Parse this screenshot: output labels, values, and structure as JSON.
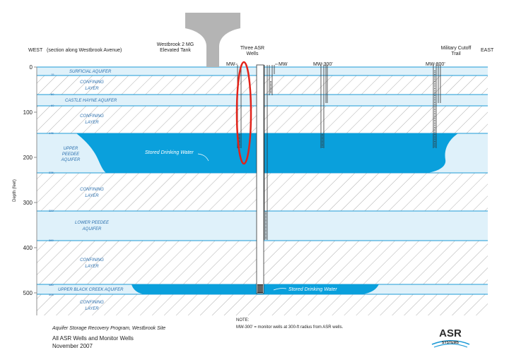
{
  "header": {
    "west": "WEST",
    "section": "(section along Westbrook Avenue)",
    "east": "EAST",
    "tank": [
      "Westbrook 2 MG",
      "Elevated Tank"
    ],
    "asr_wells": [
      "Three ASR",
      "Wells"
    ],
    "military": [
      "Military Cutoff",
      "Trail"
    ]
  },
  "wells": {
    "mw_left": "MW",
    "mw_right": "MW",
    "mw300": "MW-300'",
    "mw800": "MW-800'"
  },
  "axis": {
    "label": "Depth (feet)",
    "ticks": [
      "0",
      "100",
      "200",
      "300",
      "400",
      "500"
    ]
  },
  "layers": [
    {
      "label": "SURFICIAL AQUIFER"
    },
    {
      "label": [
        "CONFINING",
        "LAYER"
      ]
    },
    {
      "label": "CASTLE HAYNE AQUIFER"
    },
    {
      "label": [
        "CONFINING",
        "LAYER"
      ]
    },
    {
      "label": [
        "UPPER",
        "PEEDEE",
        "AQUIFER"
      ]
    },
    {
      "label": [
        "CONFINING",
        "LAYER"
      ]
    },
    {
      "label": [
        "LOWER PEEDEE",
        "AQUIFER"
      ]
    },
    {
      "label": [
        "CONFINING",
        "LAYER"
      ]
    },
    {
      "label": "UPPER BLACK CREEK AQUIFER"
    },
    {
      "label": [
        "CONFINING",
        "LAYER"
      ]
    }
  ],
  "boundary_depths": [
    "15",
    "50",
    "60",
    "145",
    "235",
    "320",
    "380",
    "480",
    "505"
  ],
  "stored_water": [
    "Stored Drinking Water",
    "Stored Drinking Water"
  ],
  "note": {
    "title": "NOTE:",
    "text": "MW-300' = monitor wells at 300-ft radius from ASR wells."
  },
  "footer": {
    "program": "Aquifer Storage Recovery Program, Westbrook Site",
    "title": "All ASR Wells and Monitor Wells",
    "date": "November 2007"
  },
  "logo": {
    "text": "ASR",
    "sub": "SYSTEMS"
  },
  "colors": {
    "aquifer": "#dff1fa",
    "stored_water": "#0aa0dc",
    "line": "#1d9ad6",
    "hatch": "#9a9a9a",
    "highlight": "#e2231a",
    "label": "#2a6fae"
  }
}
